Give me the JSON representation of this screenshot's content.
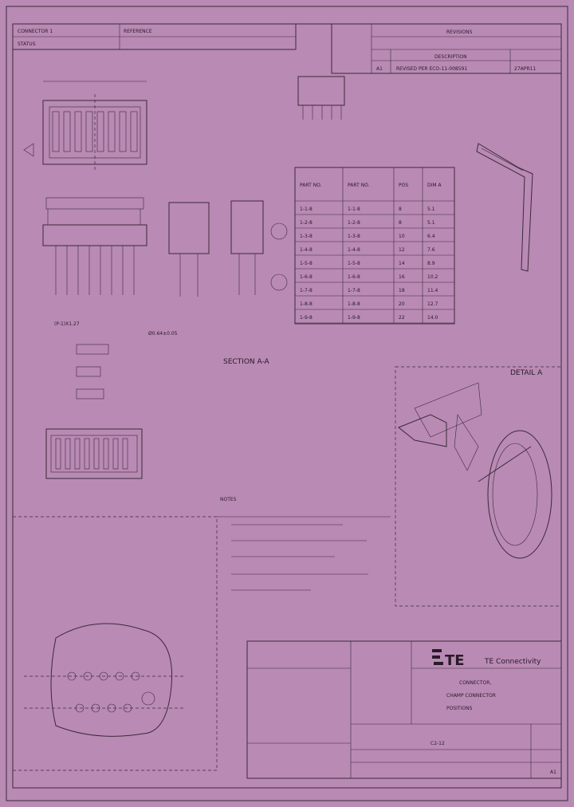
{
  "revision": {
    "revision_letter": "A1",
    "description": "REVISED PER ECO-11-008591",
    "date": "27APR11"
  },
  "note_section_label": "NOTES",
  "title_block": {
    "company": "TE Connectivity",
    "title_lines": [
      "CONNECTOR,",
      "CHAMP CONNECTOR",
      "POSITIONS"
    ],
    "dwg_no": "C2-12",
    "size": "A1"
  },
  "dimensions": {
    "pitch": "(P-1)X1.27",
    "hole_dia": "Ø0.64±0.05"
  },
  "table": {
    "headers": [
      "PART NO.",
      "PART NO.",
      "POS",
      "DIM A"
    ],
    "rows": [
      [
        "1-1-8",
        "1-1-8",
        "8",
        "5.1"
      ],
      [
        "1-2-8",
        "1-2-8",
        "8",
        "5.1"
      ],
      [
        "1-3-8",
        "1-3-8",
        "10",
        "6.4"
      ],
      [
        "1-4-8",
        "1-4-8",
        "12",
        "7.6"
      ],
      [
        "1-5-8",
        "1-5-8",
        "14",
        "8.9"
      ],
      [
        "1-6-8",
        "1-6-8",
        "16",
        "10.2"
      ],
      [
        "1-7-8",
        "1-7-8",
        "18",
        "11.4"
      ],
      [
        "1-8-8",
        "1-8-8",
        "20",
        "12.7"
      ],
      [
        "1-9-8",
        "1-9-8",
        "22",
        "14.0"
      ]
    ]
  },
  "view_labels": {
    "section_a": "SECTION A-A",
    "detail_a": "DETAIL A"
  }
}
